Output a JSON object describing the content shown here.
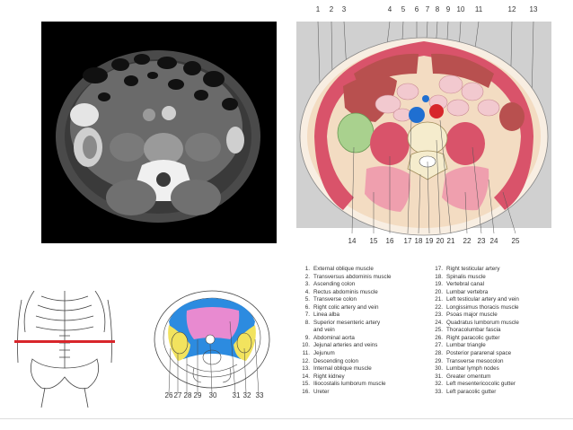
{
  "top_labels": [
    "1",
    "2",
    "3",
    "4",
    "5",
    "6",
    "7",
    "8",
    "9",
    "10",
    "11",
    "12",
    "13"
  ],
  "bottom_labels": [
    "14",
    "15",
    "16",
    "17",
    "18",
    "19",
    "20",
    "21",
    "22",
    "23",
    "24",
    "25"
  ],
  "small_labels": [
    "26",
    "27",
    "28",
    "29",
    "30",
    "31",
    "32",
    "33"
  ],
  "legend": [
    {
      "n": "1.",
      "text": "External oblique muscle"
    },
    {
      "n": "2.",
      "text": "Transversus abdominis muscle"
    },
    {
      "n": "3.",
      "text": "Ascending colon"
    },
    {
      "n": "4.",
      "text": "Rectus abdominis muscle"
    },
    {
      "n": "5.",
      "text": "Transverse colon"
    },
    {
      "n": "6.",
      "text": "Right colic artery and vein"
    },
    {
      "n": "7.",
      "text": "Linea alba"
    },
    {
      "n": "8.",
      "text": "Superior mesenteric artery"
    },
    {
      "n": "",
      "text": "and vein"
    },
    {
      "n": "9.",
      "text": "Abdominal aorta"
    },
    {
      "n": "10.",
      "text": "Jejunal arteries and veins"
    },
    {
      "n": "11.",
      "text": "Jejunum"
    },
    {
      "n": "12.",
      "text": "Descending colon"
    },
    {
      "n": "13.",
      "text": "Internal oblique muscle"
    },
    {
      "n": "14.",
      "text": "Right kidney"
    },
    {
      "n": "15.",
      "text": "Iliocostalis lumborum muscle"
    },
    {
      "n": "16.",
      "text": "Ureter"
    },
    {
      "n": "17.",
      "text": "Right testicular artery"
    },
    {
      "n": "18.",
      "text": "Spinalis muscle"
    },
    {
      "n": "19.",
      "text": "Vertebral canal"
    },
    {
      "n": "20.",
      "text": "Lumbar vertebra"
    },
    {
      "n": "21.",
      "text": "Left testicular artery and vein"
    },
    {
      "n": "22.",
      "text": "Longissimus thoracis muscle"
    },
    {
      "n": "23.",
      "text": "Psoas major muscle"
    },
    {
      "n": "24.",
      "text": "Quadratus lumborum muscle"
    },
    {
      "n": "25.",
      "text": "Thoracolumbar fascia"
    },
    {
      "n": "26.",
      "text": "Right paracolic gutter"
    },
    {
      "n": "27.",
      "text": "Lumbar triangle"
    },
    {
      "n": "28.",
      "text": "Posterior pararenal space"
    },
    {
      "n": "29.",
      "text": "Transverse mesocolon"
    },
    {
      "n": "30.",
      "text": "Lumbar lymph nodes"
    },
    {
      "n": "31.",
      "text": "Greater omentum"
    },
    {
      "n": "32.",
      "text": "Left mesentericocolic gutter"
    },
    {
      "n": "33.",
      "text": "Left paracolic gutter"
    }
  ],
  "colors": {
    "muscle": "#d9536a",
    "muscle_light": "#ef9fae",
    "fat": "#f3dcc2",
    "colon": "#b8504f",
    "bowel": "#f2c9cf",
    "kidney": "#a9d18e",
    "aorta": "#1f6fd1",
    "artery": "#d7262b",
    "vertebra": "#f5eccd",
    "bg_grey": "#d0d0d0",
    "mark_line": "#d8262b",
    "space_blue": "#2c8be0",
    "space_yellow": "#f2e35e",
    "space_pink": "#e88ad0"
  }
}
